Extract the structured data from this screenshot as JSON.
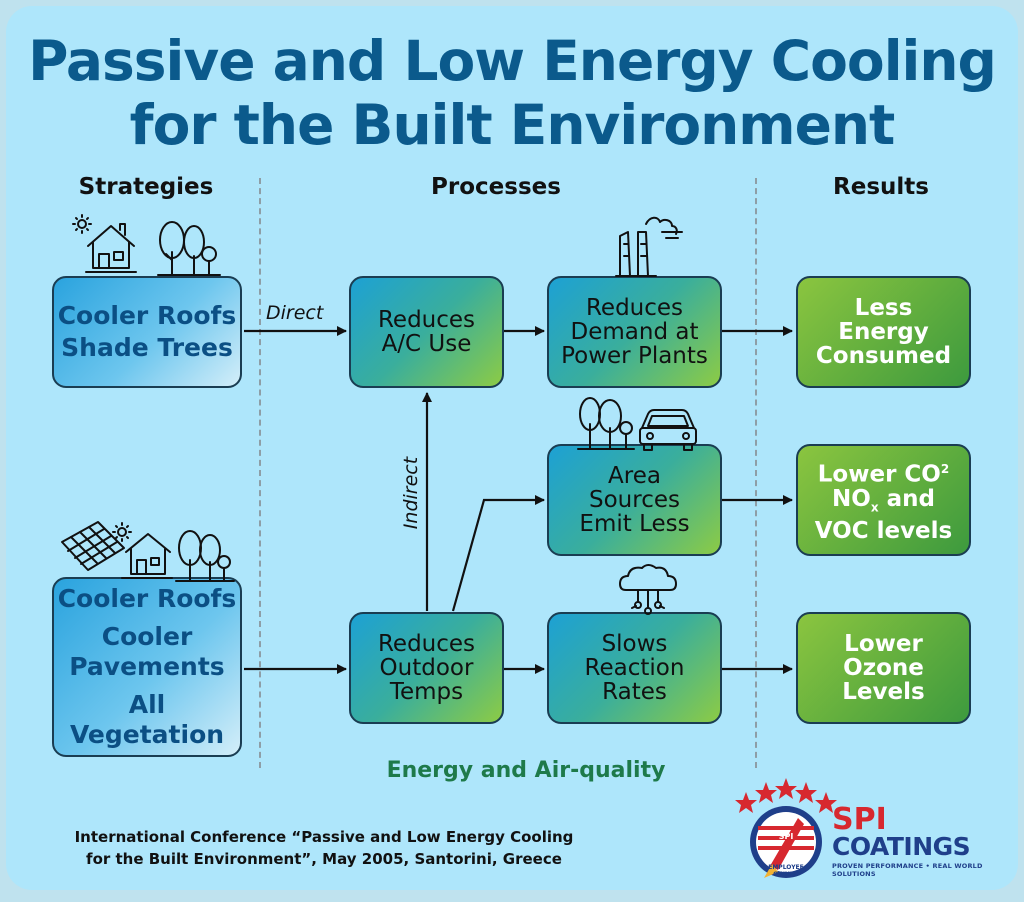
{
  "title": {
    "line1": "Passive and Low Energy Cooling",
    "line2": "for the Built Environment"
  },
  "columns": {
    "strategies": "Strategies",
    "processes": "Processes",
    "results": "Results"
  },
  "strategies": {
    "top": {
      "line1": "Cooler Roofs",
      "line2": "Shade Trees"
    },
    "bottom": {
      "line1": "Cooler Roofs",
      "line2": "Cooler",
      "line3": "Pavements",
      "line4": "All Vegetation"
    }
  },
  "processes": {
    "reduces_ac": {
      "line1": "Reduces",
      "line2": "A/C Use"
    },
    "reduces_demand": {
      "line1": "Reduces",
      "line2": "Demand at",
      "line3": "Power Plants"
    },
    "area_sources": {
      "line1": "Area",
      "line2": "Sources",
      "line3": "Emit Less"
    },
    "reduces_outdoor": {
      "line1": "Reduces",
      "line2": "Outdoor",
      "line3": "Temps"
    },
    "slows_reaction": {
      "line1": "Slows",
      "line2": "Reaction",
      "line3": "Rates"
    }
  },
  "results": {
    "energy": {
      "line1": "Less",
      "line2": "Energy",
      "line3": "Consumed"
    },
    "emissions": {
      "line1a": "Lower CO",
      "sup1": "2",
      "line2a": "NO",
      "sub1": "x",
      "line2b": " and",
      "line3": "VOC levels"
    },
    "ozone": {
      "line1": "Lower",
      "line2": "Ozone",
      "line3": "Levels"
    }
  },
  "edges": {
    "direct": "Direct",
    "indirect": "Indirect"
  },
  "center_label": "Energy and Air-quality",
  "footer": {
    "line1": "International Conference “Passive and Low Energy Cooling",
    "line2": "for the Built Environment”, May 2005, Santorini, Greece"
  },
  "logo": {
    "spi": "SPI",
    "coatings": "COATINGS",
    "tagline": "PROVEN PERFORMANCE • REAL WORLD SOLUTIONS",
    "badge": "EMPLOYEE OWNED",
    "badge_spi": "SPI"
  },
  "colors": {
    "title": "#0b5a8c",
    "background": "#aee6fb",
    "strategy_text": "#0b4f84",
    "result_green": "#3d9a3e",
    "center_label": "#1e7a4a",
    "logo_blue": "#1f3f8a",
    "logo_red": "#d7282f"
  }
}
